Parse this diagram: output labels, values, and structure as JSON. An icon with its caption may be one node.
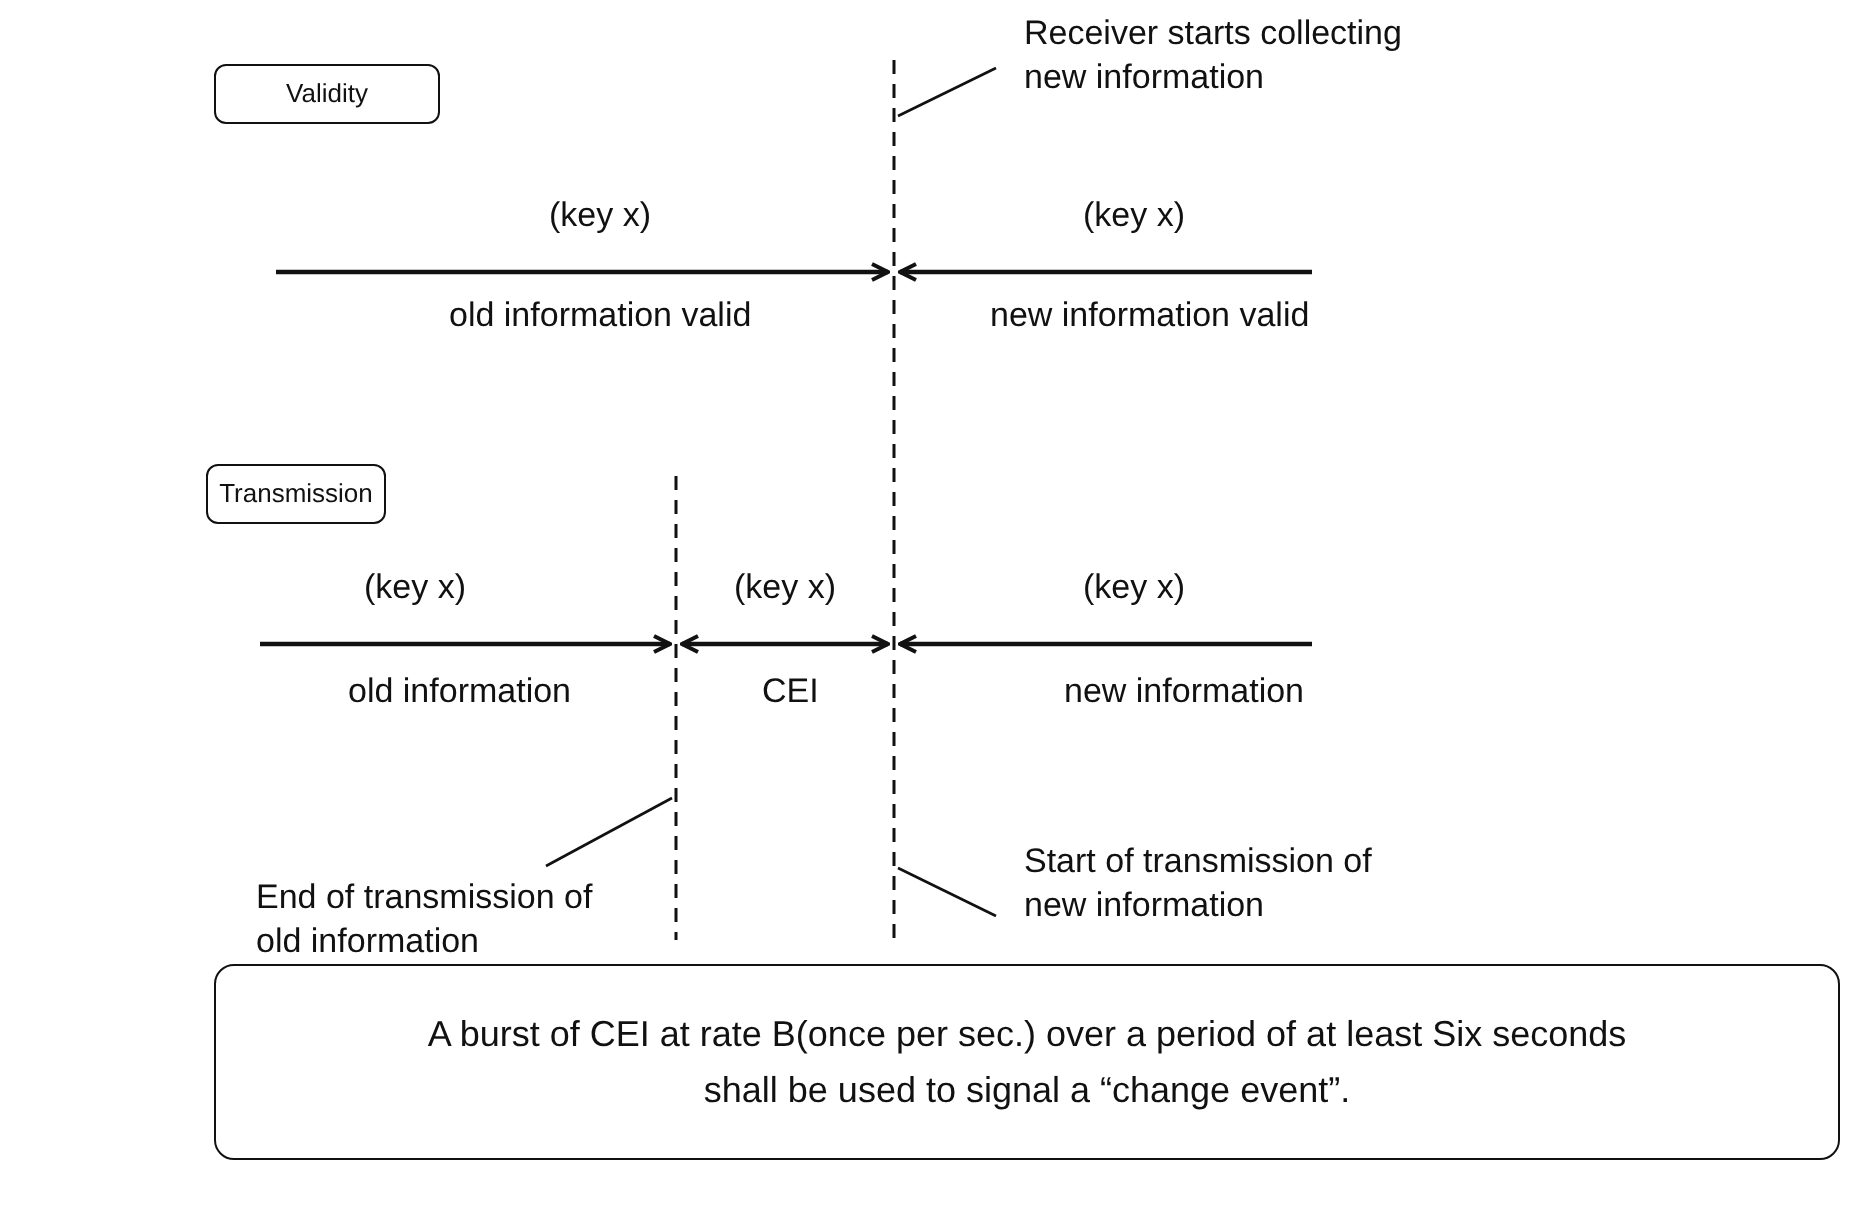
{
  "diagram": {
    "nodes": [
      {
        "text": [
          "Validity"
        ]
      },
      {
        "text": [
          "Transmission"
        ]
      },
      {
        "text": [
          "A burst of CEI at rate B(once per sec.) over a period of at least Six seconds shall be used to signal a “change event”."
        ]
      },
      {
        "text": [
          "Receiver starts collecting new information"
        ]
      },
      {
        "text": [],
        "shape": "line"
      },
      {
        "text": [],
        "shape": "line"
      },
      {
        "text": [
          "End of transmission of old information"
        ]
      },
      {
        "text": [
          "Start of transmission of new information"
        ]
      }
    ],
    "edges": [
      {
        "from": 3,
        "to": 5,
        "arrow": "none"
      },
      {
        "from": null,
        "to": 5,
        "arrow": "to",
        "label": "(key x)"
      },
      {
        "from": null,
        "to": 5,
        "arrow": "to",
        "label": "(key x)"
      },
      {
        "from": null,
        "to": 4,
        "arrow": "to",
        "label": "(key x)"
      },
      {
        "from": 4,
        "to": 5,
        "arrow": "both",
        "label": "(key x)"
      },
      {
        "from": null,
        "to": 5,
        "arrow": "to",
        "label": "(key x)"
      },
      {
        "from": 6,
        "to": 4,
        "arrow": "none"
      },
      {
        "from": 7,
        "to": 5,
        "arrow": "none"
      }
    ],
    "labels": [
      "old information valid",
      "new information valid",
      "old information",
      "CEI",
      "new information"
    ]
  }
}
